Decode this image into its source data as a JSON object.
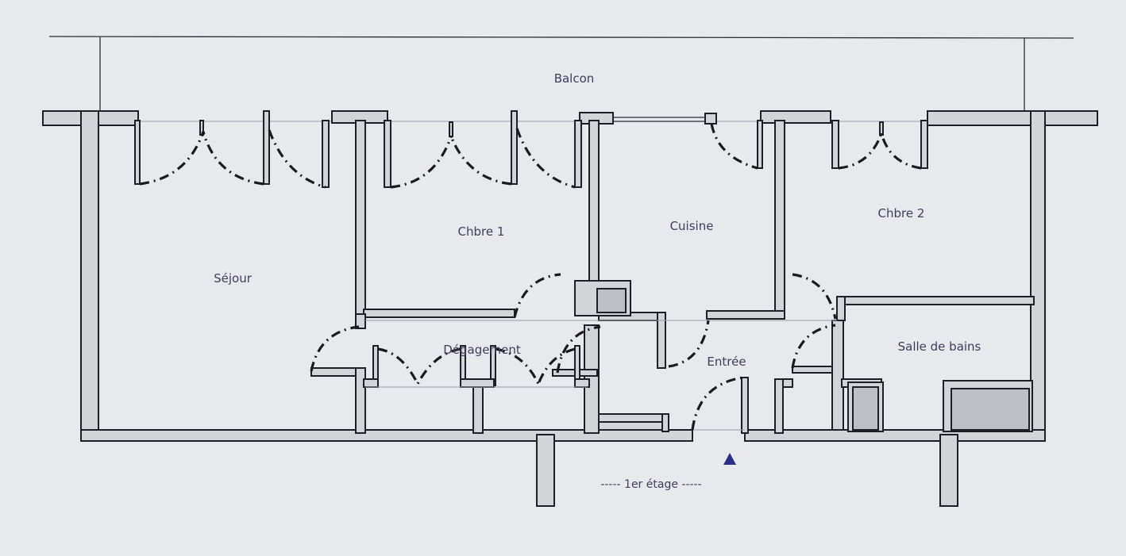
{
  "plan": {
    "rooms": {
      "balcon": "Balcon",
      "sejour": "Séjour",
      "chbre1": "Chbre 1",
      "cuisine": "Cuisine",
      "chbre2": "Chbre 2",
      "degagement": "Dégagement",
      "entree": "Entrée",
      "salle_de_bains": "Salle de bains"
    },
    "floor_label": "----- 1er étage -----",
    "entrance_marker": "triangle-marker-icon",
    "colors": {
      "background": "#e7e9ec",
      "wall_fill": "#d2d4d8",
      "line": "#1e1e24",
      "label": "#3f3f5c",
      "marker": "#2c2f8a"
    }
  }
}
